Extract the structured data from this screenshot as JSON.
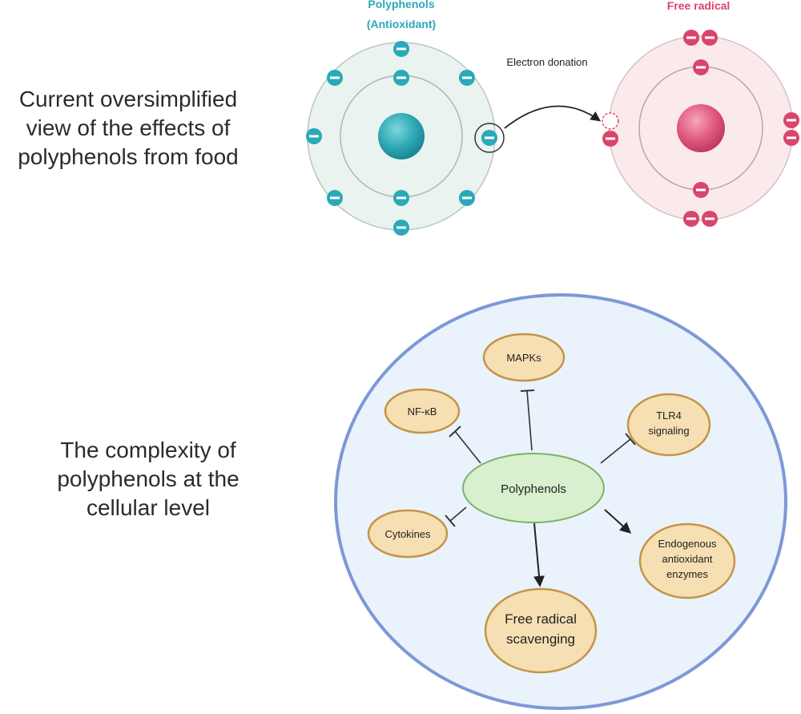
{
  "top_panel": {
    "caption_lines": [
      "Current oversimplified",
      "view of the effects of",
      "polyphenols from food"
    ],
    "antioxidant_label_line1": "Polyphenols",
    "antioxidant_label_line2": "(Antioxidant)",
    "radical_label": "Free radical",
    "arrow_label": "Electron donation"
  },
  "bottom_panel": {
    "caption_lines": [
      "The complexity of",
      "polyphenols at the",
      "cellular level"
    ],
    "center_node": "Polyphenols",
    "nodes": {
      "mapks": [
        "MAPKs"
      ],
      "nfkb": [
        "NF-κB"
      ],
      "tlr4": [
        "TLR4",
        "signaling"
      ],
      "cytokines": [
        "Cytokines"
      ],
      "endogenous": [
        "Endogenous",
        "antioxidant",
        "enzymes"
      ],
      "scavenging": [
        "Free radical",
        "scavenging"
      ]
    }
  },
  "colors": {
    "antioxidant_teal": "#2aa9b8",
    "radical_pink": "#d9456b",
    "cell_border": "#7d98d6",
    "cell_fill": "#eaf2fc",
    "center_fill": "#d8f0cd",
    "node_fill": "#f6dfb3",
    "node_border": "#c39546"
  }
}
